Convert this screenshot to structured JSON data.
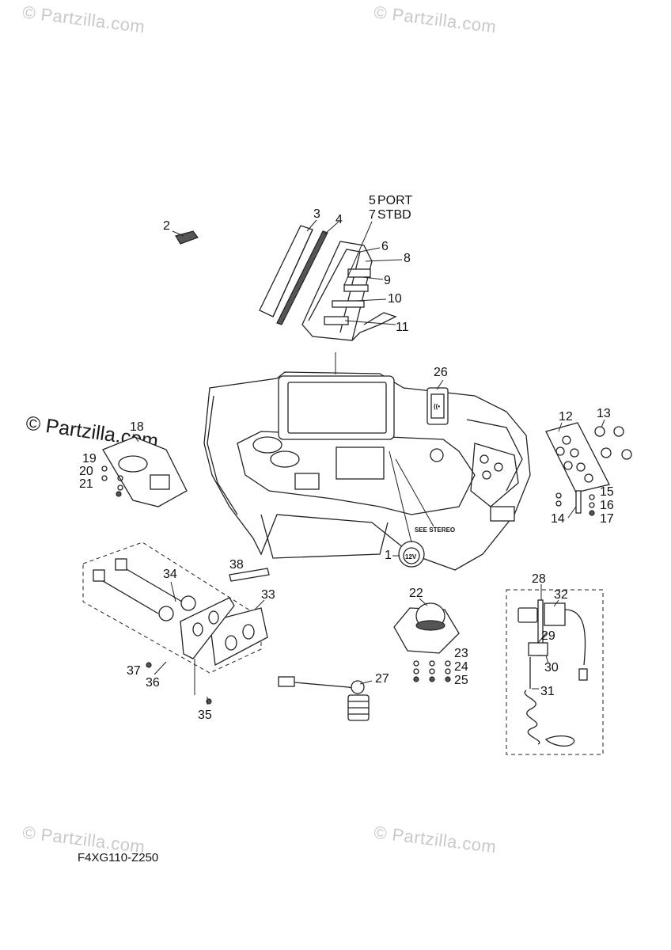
{
  "watermark": {
    "text_light": "© Partzilla.com",
    "text_strong": "© Partzilla.com"
  },
  "diagram_code": "F4XG110-Z250",
  "callouts": {
    "c1": "1",
    "c2": "2",
    "c3": "3",
    "c4": "4",
    "c5": "5",
    "c5_label": "PORT",
    "c7": "7",
    "c7_label": "STBD",
    "c6": "6",
    "c8": "8",
    "c9": "9",
    "c10": "10",
    "c11": "11",
    "c12": "12",
    "c13": "13",
    "c14": "14",
    "c15": "15",
    "c16": "16",
    "c17": "17",
    "c18": "18",
    "c19": "19",
    "c20": "20",
    "c21": "21",
    "c22": "22",
    "c23": "23",
    "c24": "24",
    "c25": "25",
    "c26": "26",
    "c27": "27",
    "c28": "28",
    "c29": "29",
    "c30": "30",
    "c31": "31",
    "c32": "32",
    "c33": "33",
    "c34": "34",
    "c35": "35",
    "c36": "36",
    "c37": "37",
    "c38": "38"
  },
  "annotations": {
    "see_stereo": "SEE STEREO",
    "outlet_12v": "12V"
  }
}
